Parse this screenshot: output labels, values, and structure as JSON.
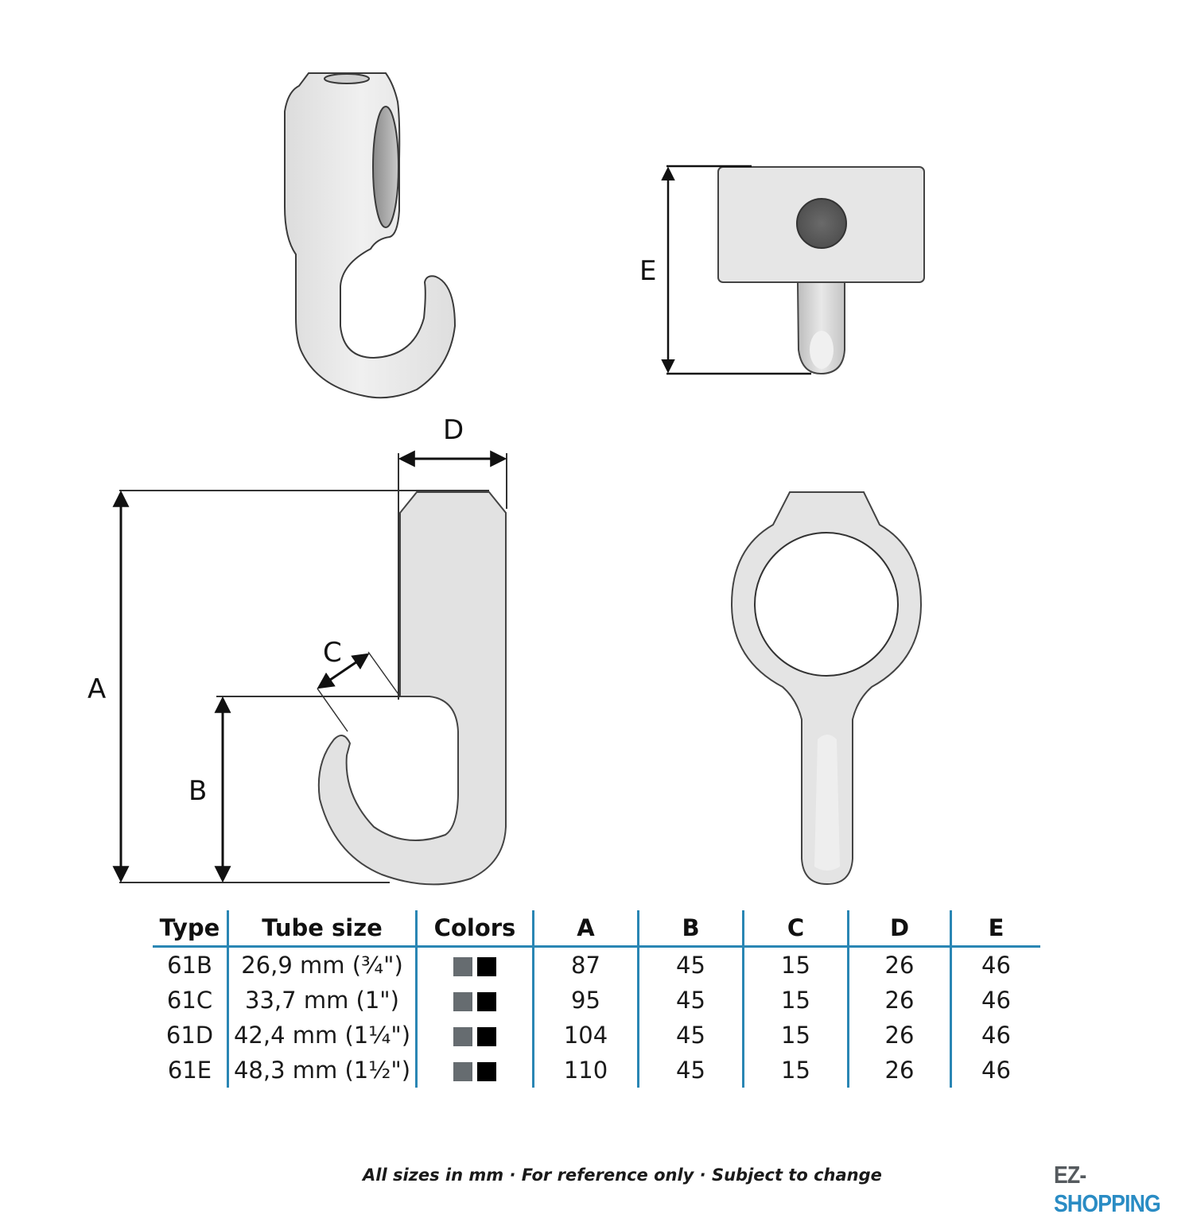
{
  "diagram": {
    "dimension_labels": {
      "A": "A",
      "B": "B",
      "C": "C",
      "D": "D",
      "E": "E"
    },
    "views": [
      "perspective-view",
      "top-view",
      "side-view",
      "front-view"
    ],
    "colors": {
      "part_fill": "#e4e4e4",
      "part_outline": "#444444",
      "bore_fill": "#5e5e5e",
      "dimension_line": "#111111"
    }
  },
  "table": {
    "headers": [
      "Type",
      "Tube size",
      "Colors",
      "A",
      "B",
      "C",
      "D",
      "E"
    ],
    "rows": [
      {
        "type": "61B",
        "tube_size": "26,9 mm (¾\")",
        "colors": [
          "#666c70",
          "#000000"
        ],
        "A": "87",
        "B": "45",
        "C": "15",
        "D": "26",
        "E": "46"
      },
      {
        "type": "61C",
        "tube_size": "33,7 mm (1\")",
        "colors": [
          "#666c70",
          "#000000"
        ],
        "A": "95",
        "B": "45",
        "C": "15",
        "D": "26",
        "E": "46"
      },
      {
        "type": "61D",
        "tube_size": "42,4 mm (1¼\")",
        "colors": [
          "#666c70",
          "#000000"
        ],
        "A": "104",
        "B": "45",
        "C": "15",
        "D": "26",
        "E": "46"
      },
      {
        "type": "61E",
        "tube_size": "48,3 mm (1½\")",
        "colors": [
          "#666c70",
          "#000000"
        ],
        "A": "110",
        "B": "45",
        "C": "15",
        "D": "26",
        "E": "46"
      }
    ],
    "accent_color": "#2a86b4"
  },
  "footer": {
    "note": "All sizes in mm · For reference only · Subject to change",
    "brand_part1": "EZ-",
    "brand_part2": "SHOPPING"
  }
}
